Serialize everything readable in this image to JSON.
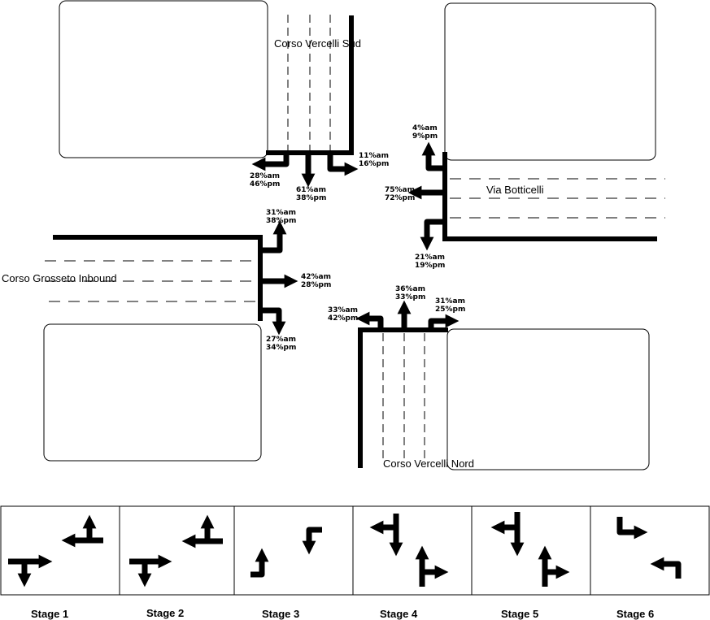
{
  "roads": {
    "north": "Corso Vercelli Sud",
    "east": "Via Botticelli",
    "west": "Corso Grosseto Inbound",
    "south": "Corso Vercelli Nord"
  },
  "approaches": {
    "north": {
      "right": [
        "28%am",
        "46%pm"
      ],
      "through": [
        "61%am",
        "38%pm"
      ],
      "left": [
        "11%am",
        "16%pm"
      ]
    },
    "east": {
      "right": [
        "4%am",
        "9%pm"
      ],
      "through": [
        "75%am",
        "72%pm"
      ],
      "left": [
        "21%am",
        "19%pm"
      ]
    },
    "west": {
      "left": [
        "31%am",
        "38%pm"
      ],
      "through": [
        "42%am",
        "28%pm"
      ],
      "right": [
        "27%am",
        "34%pm"
      ]
    },
    "south": {
      "left": [
        "33%am",
        "42%pm"
      ],
      "through": [
        "36%am",
        "33%pm"
      ],
      "right": [
        "31%am",
        "25%pm"
      ]
    }
  },
  "stages": [
    {
      "label": "Stage 1"
    },
    {
      "label": "Stage 2"
    },
    {
      "label": "Stage 3"
    },
    {
      "label": "Stage 4"
    },
    {
      "label": "Stage 5"
    },
    {
      "label": "Stage 6"
    }
  ],
  "colors": {
    "ink": "#000000",
    "background": "#ffffff"
  }
}
